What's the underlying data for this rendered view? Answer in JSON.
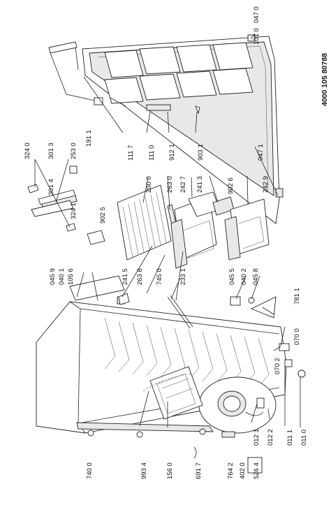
{
  "document_number": "4000 105 80788",
  "part_labels": [
    {
      "code": "101 0"
    },
    {
      "code": "047 0"
    },
    {
      "code": "111 7"
    },
    {
      "code": "111 0"
    },
    {
      "code": "912 1"
    },
    {
      "code": "903 1"
    },
    {
      "code": "047 1"
    },
    {
      "code": "324 0"
    },
    {
      "code": "301 3"
    },
    {
      "code": "253 0"
    },
    {
      "code": "191 1"
    },
    {
      "code": "301 4"
    },
    {
      "code": "324 1"
    },
    {
      "code": "902 5"
    },
    {
      "code": "200 0"
    },
    {
      "code": "263 0"
    },
    {
      "code": "242 7"
    },
    {
      "code": "241 3"
    },
    {
      "code": "902 6"
    },
    {
      "code": "242 9"
    },
    {
      "code": "045 9"
    },
    {
      "code": "040 1"
    },
    {
      "code": "105 6"
    },
    {
      "code": "241 5"
    },
    {
      "code": "263 6"
    },
    {
      "code": "745 0"
    },
    {
      "code": "233 1"
    },
    {
      "code": "045 5"
    },
    {
      "code": "040 2"
    },
    {
      "code": "045 8"
    },
    {
      "code": "781 1"
    },
    {
      "code": "070 0"
    },
    {
      "code": "070 2"
    },
    {
      "code": "740 0"
    },
    {
      "code": "993 4"
    },
    {
      "code": "156 0"
    },
    {
      "code": "691 7"
    },
    {
      "code": "764 2"
    },
    {
      "code": "402 0"
    },
    {
      "code": "526 4"
    },
    {
      "code": "012 1"
    },
    {
      "code": "012 2"
    },
    {
      "code": "011 1"
    },
    {
      "code": "011 0"
    }
  ]
}
